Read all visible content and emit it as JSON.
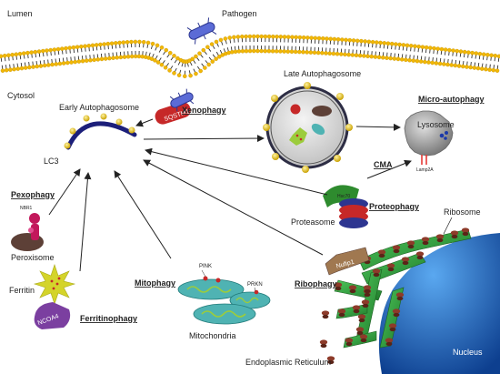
{
  "labels": {
    "lumen": "Lumen",
    "pathogen": "Pathogen",
    "cytosol": "Cytosol",
    "early_autophagosome": "Early Autophagosome",
    "late_autophagosome": "Late Autophagosome",
    "sqstm1": "SQSTM1",
    "xenophagy": "Xenophagy",
    "micro_autophagy": "Micro-autophagy",
    "lysosome": "Lysosome",
    "lamp2a": "Lamp2A",
    "cma": "CMA",
    "lc3": "LC3",
    "pexophagy": "Pexophagy",
    "nbr1": "NBR1",
    "peroxisome": "Peroxisome",
    "hsc70": "Hsc70",
    "proteophagy": "Proteophagy",
    "proteasome": "Proteasome",
    "ribosome": "Ribosome",
    "nufip1": "Nufip1",
    "ribophagy": "Ribophagy",
    "ferritin": "Ferritin",
    "ncoa4": "NCOA4",
    "ferritinophagy": "Ferritinophagy",
    "mitophagy": "Mitophagy",
    "pink": "PINK",
    "prkn": "PRKN",
    "mitochondria": "Mitochondria",
    "nucleus": "Nucleus",
    "endoplasmic_reticulum": "Endoplasmic Reticulum"
  },
  "colors": {
    "membrane_head": "#f2b705",
    "membrane_tail": "#333333",
    "phagophore": "#1c1f7a",
    "lc3_bead": "#e3c21a",
    "sqstm1": "#c62828",
    "pathogen": "#5b6bd6",
    "lysosome": "#9e9e9e",
    "nbr1": "#c2185b",
    "peroxisome": "#5d4037",
    "hsc70": "#2e8b2e",
    "proteasome": "#3b3b9e",
    "ferritin": "#d4d42a",
    "ncoa4": "#7b3fa0",
    "mitochondria": "#4fb3b3",
    "er": "#2e9c3a",
    "nucleus": "#1565c0",
    "ribosome": "#7b3a2a",
    "nufip1": "#a07850"
  }
}
